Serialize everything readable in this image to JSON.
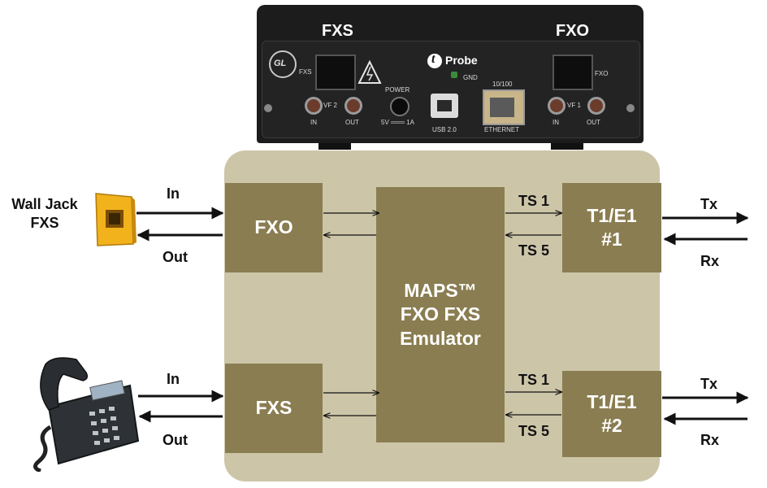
{
  "device": {
    "fxs_title": "FXS",
    "fxo_title": "FXO",
    "logo": "GL",
    "brand_letter": "t",
    "brand_name": "Probe",
    "labels": {
      "fxs_port": "FXS",
      "fxo_port": "FXO",
      "vf2": "VF 2",
      "vf1": "VF 1",
      "in_left": "IN",
      "out_left": "OUT",
      "in_right": "IN",
      "out_right": "OUT",
      "power": "POWER",
      "power_spec": "5V ═══ 1A",
      "gnd": "GND",
      "speed": "10/100",
      "usb": "USB 2.0",
      "ethernet": "ETHERNET"
    }
  },
  "left": {
    "wall_jack_line1": "Wall Jack",
    "wall_jack_line2": "FXS",
    "top_in": "In",
    "top_out": "Out",
    "bottom_in": "In",
    "bottom_out": "Out"
  },
  "blocks": {
    "fxo": "FXO",
    "fxs": "FXS",
    "maps_line1": "MAPS™",
    "maps_line2": "FXO FXS",
    "maps_line3": "Emulator",
    "t1e1_top_line1": "T1/E1",
    "t1e1_top_line2": "#1",
    "t1e1_bottom_line1": "T1/E1",
    "t1e1_bottom_line2": "#2"
  },
  "ts": {
    "top_ts1": "TS 1",
    "top_ts5": "TS 5",
    "bottom_ts1": "TS 1",
    "bottom_ts5": "TS 5"
  },
  "right": {
    "top_tx": "Tx",
    "top_rx": "Rx",
    "bottom_tx": "Tx",
    "bottom_rx": "Rx"
  },
  "icons": [
    "wall-jack-icon",
    "desk-phone-icon",
    "warning-icon",
    "tprobe-device"
  ],
  "colors": {
    "panel": "#cdc5a8",
    "block": "#8a7d51",
    "device": "#1c1c1c",
    "wall_jack": "#f2b21c"
  }
}
